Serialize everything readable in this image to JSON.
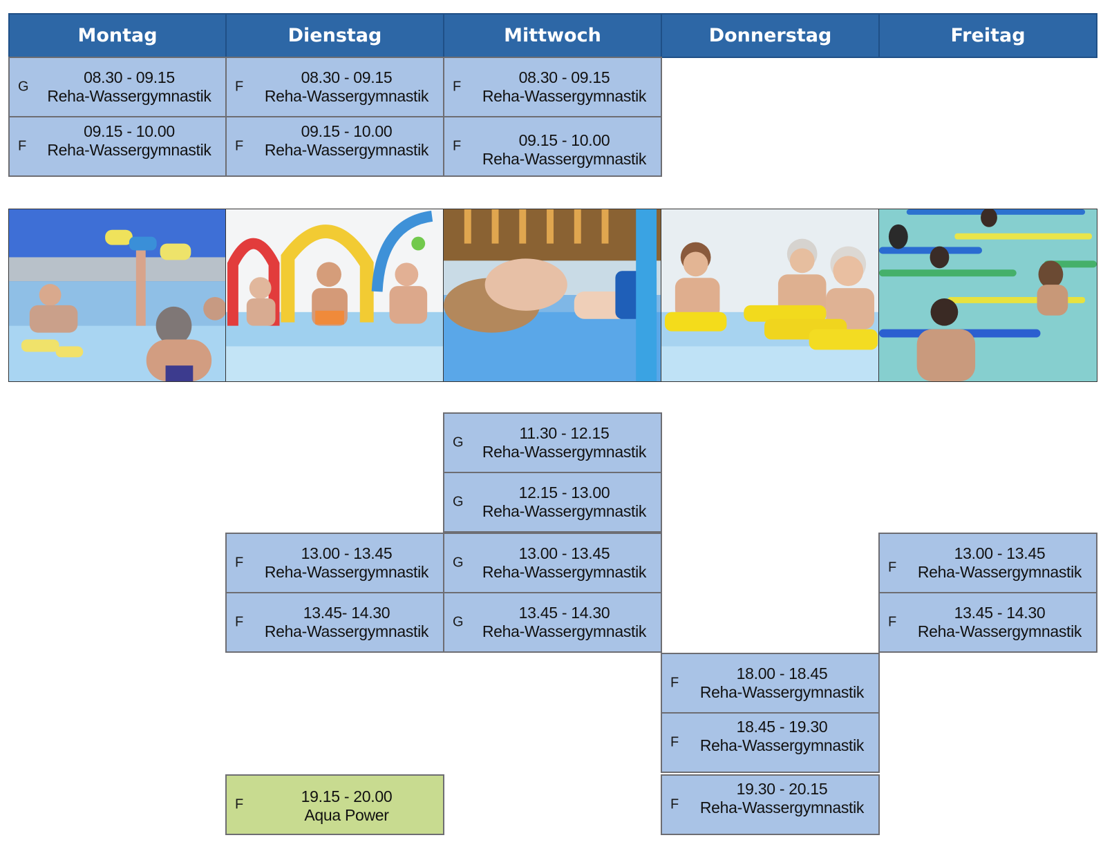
{
  "days": [
    "Montag",
    "Dienstag",
    "Mittwoch",
    "Donnerstag",
    "Freitag"
  ],
  "morning": [
    {
      "code": "G",
      "time": "08.30 - 09.15",
      "course": "Reha-Wassergymnastik"
    },
    {
      "code": "F",
      "time": "08.30 - 09.15",
      "course": "Reha-Wassergymnastik"
    },
    {
      "code": "F",
      "time": "08.30 - 09.15",
      "course": "Reha-Wassergymnastik"
    },
    {
      "code": "F",
      "time": "09.15 - 10.00",
      "course": "Reha-Wassergymnastik"
    },
    {
      "code": "F",
      "time": "09.15 - 10.00",
      "course": "Reha-Wassergymnastik"
    },
    {
      "code": "F",
      "time": "09.15 - 10.00",
      "course": "Reha-Wassergymnastik"
    }
  ],
  "midday": [
    {
      "code": "G",
      "time": "11.30 - 12.15",
      "course": "Reha-Wassergymnastik"
    },
    {
      "code": "G",
      "time": "12.15 - 13.00",
      "course": "Reha-Wassergymnastik"
    },
    {
      "code": "F",
      "time": "13.00 - 13.45",
      "course": "Reha-Wassergymnastik"
    },
    {
      "code": "G",
      "time": "13.00 - 13.45",
      "course": "Reha-Wassergymnastik"
    },
    {
      "code": "F",
      "time": "13.00 - 13.45",
      "course": "Reha-Wassergymnastik"
    },
    {
      "code": "F",
      "time": "13.45- 14.30",
      "course": "Reha-Wassergymnastik"
    },
    {
      "code": "G",
      "time": "13.45 - 14.30",
      "course": "Reha-Wassergymnastik"
    },
    {
      "code": "F",
      "time": "13.45 - 14.30",
      "course": "Reha-Wassergymnastik"
    }
  ],
  "evening": [
    {
      "code": "F",
      "time": "18.00 - 18.45",
      "course": "Reha-Wassergymnastik"
    },
    {
      "code": "F",
      "time": "18.45 - 19.30",
      "course": "Reha-Wassergymnastik"
    },
    {
      "code": "F",
      "time": "19.15 - 20.00",
      "course": "Aqua Power"
    },
    {
      "code": "F",
      "time": "19.30 - 20.15",
      "course": "Reha-Wassergymnastik"
    }
  ],
  "colors": {
    "header": "#2d67a6",
    "cell_blue": "#a9c3e6",
    "cell_green": "#c8db90",
    "border": "#6d6d72"
  }
}
